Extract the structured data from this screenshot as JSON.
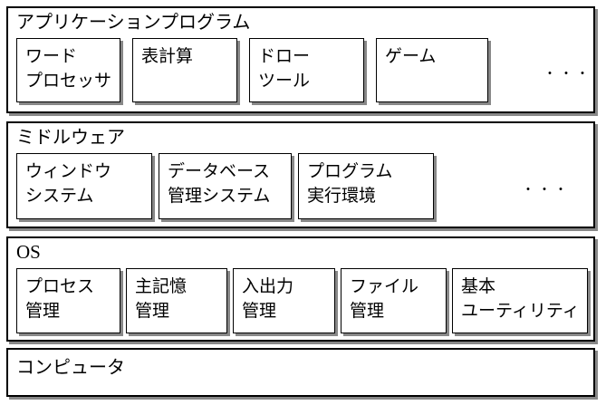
{
  "colors": {
    "border": "#000000",
    "shadow": "#888888",
    "background": "#ffffff"
  },
  "layers": [
    {
      "id": "application-programs",
      "title": "アプリケーションプログラム",
      "boxes": [
        {
          "line1": "ワード",
          "line2": "プロセッサ"
        },
        {
          "line1": "表計算",
          "line2": ""
        },
        {
          "line1": "ドロー",
          "line2": "ツール"
        },
        {
          "line1": "ゲーム",
          "line2": ""
        }
      ],
      "ellipsis": "・・・"
    },
    {
      "id": "middleware",
      "title": "ミドルウェア",
      "boxes": [
        {
          "line1": "ウィンドウ",
          "line2": "システム"
        },
        {
          "line1": "データベース",
          "line2": "管理システム"
        },
        {
          "line1": "プログラム",
          "line2": "実行環境"
        }
      ],
      "ellipsis": "・・・"
    },
    {
      "id": "os",
      "title": "OS",
      "boxes": [
        {
          "line1": "プロセス",
          "line2": "管理"
        },
        {
          "line1": "主記憶",
          "line2": "管理"
        },
        {
          "line1": "入出力",
          "line2": "管理"
        },
        {
          "line1": "ファイル",
          "line2": "管理"
        },
        {
          "line1": "基本",
          "line2": "ユーティリティ"
        }
      ]
    },
    {
      "id": "computer",
      "title": "コンピュータ",
      "boxes": []
    }
  ]
}
